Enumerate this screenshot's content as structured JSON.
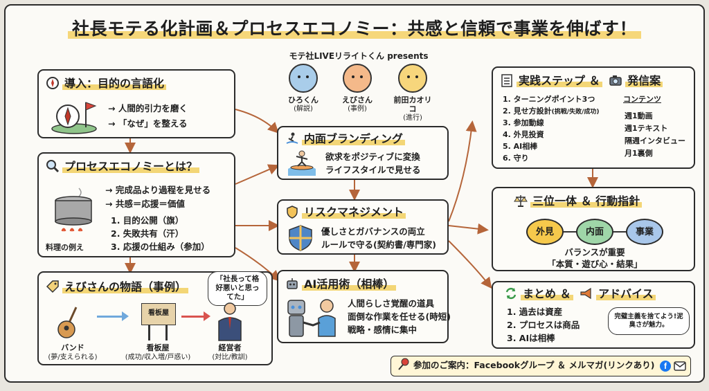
{
  "title": "社長モテる化計画＆プロセスエコノミー：共感と信頼で事業を伸ばす！",
  "presents": "モテ社LIVEリライトくん presents",
  "hosts": [
    {
      "name": "ひろくん",
      "role": "(解説)"
    },
    {
      "name": "えびさん",
      "role": "(事例)"
    },
    {
      "name": "前田カオリコ",
      "role": "(進行)"
    }
  ],
  "intro": {
    "title": "導入：目的の言語化",
    "lines": [
      "→ 人間的引力を磨く",
      "→ 「なぜ」を整える"
    ]
  },
  "process": {
    "title": "プロセスエコノミーとは？",
    "lines": [
      "→ 完成品より過程を見せる",
      "→ 共感＝応援＝価値"
    ],
    "items": [
      "1. 目的公開（旗）",
      "2. 失敗共有（汗）",
      "3. 応援の仕組み（参加）"
    ],
    "caption": "料理の例え"
  },
  "story": {
    "title": "えびさんの物語（事例）",
    "bubble": "「社長って格好悪いと思ってた」",
    "sign": "看板屋",
    "steps": [
      {
        "label": "バンド",
        "sub": "(夢/支えられる)"
      },
      {
        "label": "看板屋",
        "sub": "(成功/収入増/戸惑い)"
      },
      {
        "label": "経営者",
        "sub": "(対比/教訓)"
      }
    ]
  },
  "branding": {
    "title": "内面ブランディング",
    "lines": [
      "欲求をポジティブに変換",
      "ライフスタイルで見せる"
    ]
  },
  "risk": {
    "title": "リスクマネジメント",
    "lines": [
      "優しさとガバナンスの両立",
      "ルールで守る(契約書/専門家)"
    ]
  },
  "ai": {
    "title": "AI活用術（相棒）",
    "lines": [
      "人間らしさ覚醒の道具",
      "面倒な作業を任せる(時短)",
      "戦略・感情に集中"
    ]
  },
  "steps": {
    "title": "実践ステップ ＆",
    "title2": "発信案",
    "items": [
      "1. ターニングポイント3つ",
      "2. 見せ方設計",
      "3. 参加動線",
      "4. 外見投資",
      "5. AI相棒",
      "6. 守り"
    ],
    "item2_note": "(挑戦/失敗/成功)",
    "content_header": "コンテンツ",
    "content": [
      "週1動画",
      "週1テキスト",
      "隔週インタビュー",
      "月1裏側"
    ]
  },
  "trinity": {
    "title": "三位一体 ＆ 行動指針",
    "circles": [
      "外見",
      "内面",
      "事業"
    ],
    "lines": [
      "バランスが重要",
      "「本質・遊び心・結果」"
    ]
  },
  "summary": {
    "title": "まとめ ＆",
    "title2": "アドバイス",
    "items": [
      "1. 過去は資産",
      "2. プロセスは商品",
      "3. AIは相棒"
    ],
    "bubble": "完璧主義を捨てよう!泥臭さが魅力。"
  },
  "footer": "参加のご案内：Facebookグループ ＆ メルマガ(リンクあり)",
  "colors": {
    "arrow": "#b5653a",
    "highlight": "#f3d676",
    "face1": "#a9cdea",
    "face2": "#f4b98a",
    "face3": "#f7d67c"
  }
}
